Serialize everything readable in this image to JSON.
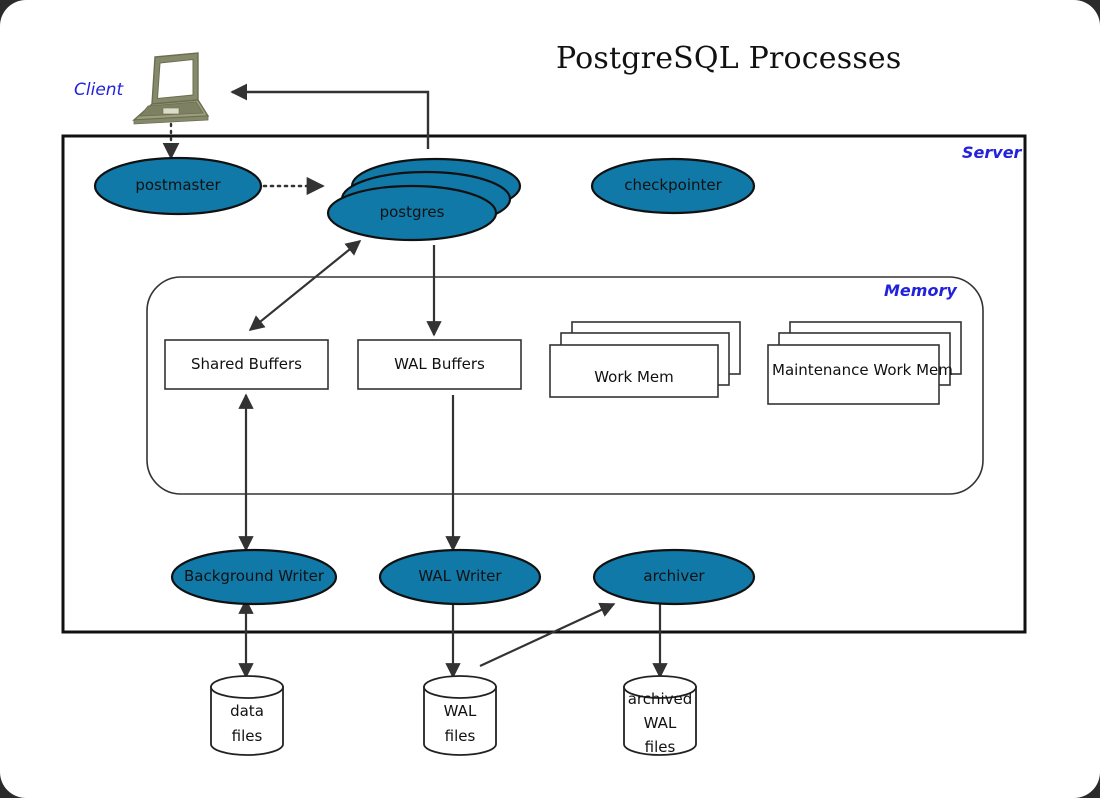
{
  "title": "PostgreSQL Processes",
  "zones": {
    "client_label": "Client",
    "server_label": "Server",
    "memory_label": "Memory"
  },
  "icons": {
    "client": "laptop-icon"
  },
  "colors": {
    "process_fill": "#1179a8",
    "process_stroke": "#111111",
    "zone_label": "#2222dd",
    "line": "#333333",
    "page_bg": "#ffffff",
    "laptop_body": "#868a6a",
    "laptop_screen": "#ffffff"
  },
  "processes": [
    {
      "id": "postmaster",
      "label": "postmaster",
      "stacked": false
    },
    {
      "id": "postgres",
      "label": "postgres",
      "stacked": true
    },
    {
      "id": "checkpointer",
      "label": "checkpointer",
      "stacked": false
    },
    {
      "id": "background-writer",
      "label": "Background Writer",
      "stacked": false
    },
    {
      "id": "wal-writer",
      "label": "WAL Writer",
      "stacked": false
    },
    {
      "id": "archiver",
      "label": "archiver",
      "stacked": false
    }
  ],
  "memory_structures": [
    {
      "id": "shared-buffers",
      "label": "Shared Buffers",
      "stacked": false
    },
    {
      "id": "wal-buffers",
      "label": "WAL Buffers",
      "stacked": false
    },
    {
      "id": "work-mem",
      "label": "Work Mem",
      "stacked": true
    },
    {
      "id": "maintenance-work-mem",
      "label": "Maintenance Work Mem",
      "stacked": true
    }
  ],
  "storage": [
    {
      "id": "data-files",
      "line1": "data",
      "line2": "files",
      "line3": ""
    },
    {
      "id": "wal-files",
      "line1": "WAL",
      "line2": "files",
      "line3": ""
    },
    {
      "id": "archived-wal-files",
      "line1": "archived",
      "line2": "WAL",
      "line3": "files"
    }
  ]
}
